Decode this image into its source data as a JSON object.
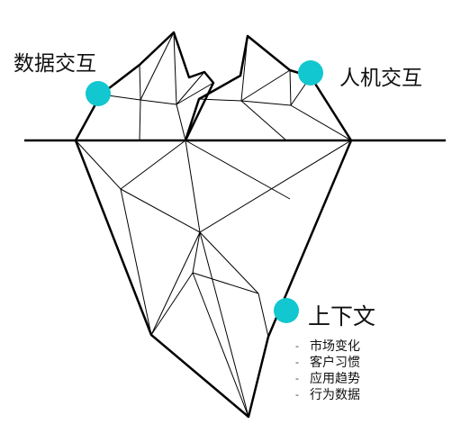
{
  "labels": {
    "top_left": "数据交互",
    "top_right": "人机交互",
    "bottom": "上下文"
  },
  "bullet_marker": "-",
  "bullets": [
    "市场变化",
    "客户习惯",
    "应用趋势",
    "行为数据"
  ],
  "colors": {
    "accent_dot": "#12C7CF",
    "line": "#000000",
    "background": "#ffffff"
  }
}
